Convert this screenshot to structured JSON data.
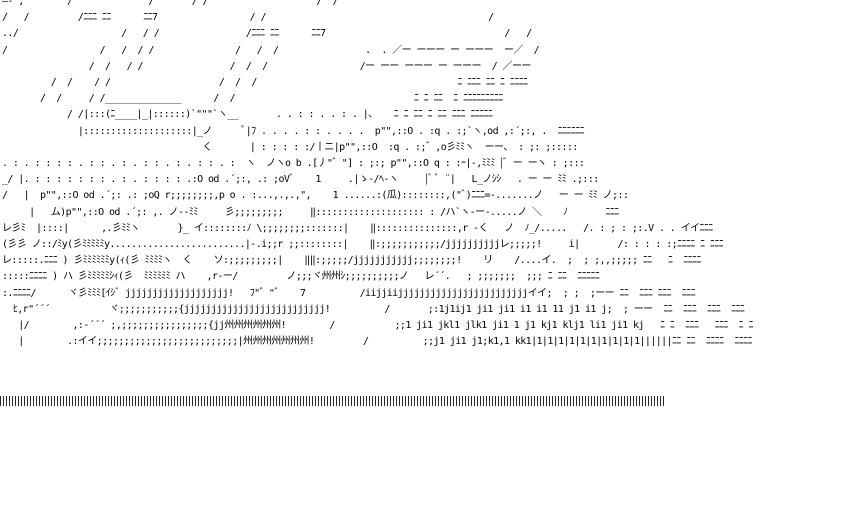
{
  "art": {
    "lines": [
      "―- ,        /              /       / /                    /  /",
      "/   /         /ﾆﾆﾆ ﾆﾆ      ﾆﾆ7                 / /                                         /",
      "../                   /   / /                /ﾆﾆﾆ ﾆﾆ      ﾆﾆ7                                 /   /",
      "/                 /   /  / /               /   /  /                .  . ／ー ーーー ー ーーー  ー／  /",
      "                /  /   / /                /  /  /                 /ー ーー ーーー ー ーーー  / ／ーー",
      "         /  /    / /                    /  /  /                                     ﾆ ﾆﾆﾆ ﾆﾆ ﾆ ﾆﾆﾆﾆ",
      "       /  /     / /______________      /  /                                 ﾆ ﾆ ﾆﾆ  ﾆ ﾆﾆﾆﾆﾆﾆﾆﾆﾆ",
      "            / /|:::(ﾆ____|_|::::::)`\"\"\"`ヽ__       . . : : . . : . |、   ﾆ ﾆ ﾆﾆ ﾆ ﾆﾆ ﾆﾆﾆ ﾆﾆﾆﾆﾆ",
      "              |::::::::::::::::::::|_ノ      ﾟ|ﾌ . . . . : : . . . .  p\"\",::O . :q . :;`ヽ,od ,:´;:, .  ﾆﾆﾆﾆﾆﾆ",
      "                                     く       | : : : : :/丨ニ|p\"\",::O  :q . :;゛,o彡ﾐﾐヽ  ーー、 : ;: ;:::::",
      ". : . : : : : . : : . : . : : . : . : : . :  ヽ  ノヽo b .[丿\"゛\"] : ;:; p\"\",::O q : :ｰ|-,ﾐﾐﾐ |ﾞ ー ーヽ : ;:::",
      "_/ |. : : : : : : : . : . : : : : .:O od .´;:, .: ;oVﾞ    1     .|ゝ-/ﾍ‐ヽ     |ﾞ ﾞ ¨|   L_ノｼｼ   . ー ー ﾐﾐ .;:::",
      "/   |  p\"\",::O od .´;: .: ;oQ r;;;;;;;;,p o . :...,.,.,\",    1 ......:(瓜)::::::::,(\"ﾞ)ﾆﾆﾆ=-.......ノ   ー ー ﾐﾐ ノ;::",
      "     |   ム)p\"\",::O od .´;: ,. ノ-‐ﾐﾐ     彡;;;;;;;;;     ‖:::::::::::::::::::: : /ハ`ヽ-ー-.....ノ ＼    ﾉ       ﾆﾆﾆ",
      "レ彡ﾐ  |::::|      ,.彡ﾐﾐヽ       }_ イ::::::::ﾉ \\;;;;;;;;:::::::|    ‖:::::::::::::::,r ‐く   ノ  ﾉ_/.....   /. : ; : ;:.V . . イイﾆﾆﾆ",
      "(彡彡 ノ::/ﾐy(彡ﾐﾐﾐﾐﾐy.........................|-.i;;r ;;::::::::|    ‖:;;;;;;;;;;;/jjjjjjjjjjレ;;;;;!     i|       /: : : : :;ﾆﾆﾆﾆ ﾆ ﾆﾆﾆ",
      "レ:::::.ﾆﾆﾆ ) 彡ﾐﾐﾐﾐﾐﾐy(ｨ(彡 ﾐﾐﾐﾐヽ  く    ソ:;;;;;;;;;|    ‖‖:;;;;;/jjjjjjjjjjj;;;;;;;;!    リ    /....イ.  ;  ; ;,,;;;;; ﾆﾆ   ﾆ  ﾆﾆﾆﾆ",
      ":::::ﾆﾆﾆﾆ ) ハ 彡ﾐﾐﾐﾐﾐｼｨ(彡  ﾐﾐﾐﾐﾐﾐ ハ    ,r‐ー/         ノ;;;ヾ州州ｼ;;;;;;;;;;ノ   レ´´.   ; ;;;;;;;  ;;; ﾆ ﾆﾆ  ﾆﾆﾆﾆﾆ",
      ":.ﾆﾆﾆﾆ/      ヾ彡ﾐﾐﾐ[ｲｼﾞ jjjjjjjjjjjjjjjjjjj!   ﾌ\"゛\"゛   7          /iijjiijjjjjjjjjjjjjjjjjjjjjjjjイイ;  ; ;  ;ーー ﾆﾆ  ﾆﾆﾆ ﾆﾆﾆ  ﾆﾆﾆ",
      "  ﾋ,r\"´´´           ヾ;;;;;;;;;;;{jjjjjjjjjjjjjjjjjjjjjjjjjj!          /       ;:1j1ij1 ji1 ji1 i1 i1 11 j1 i1 j;  ; ーー  ﾆﾆ  ﾆﾆﾆ  ﾆﾆﾆ  ﾆﾆﾆ",
      "   |/        ,:-´´´ ;,;;;;;;;;;;;;;;;;{jj州州州州州州!        /           ;;1 ji1 jkl1 jlk1 ji1 1 j1 kj1 klj1 li1 ji1 kj   ﾆ ﾆ  ﾆﾆﾆ   ﾆﾆﾆ  ﾆ ﾆ",
      "   |        .:イイ;;;;;;;;;;;;;;;;;;;;;;;;;;|州州州州州州州!         /          ;;j1 ji1 j1;k1,1 kk1|1|1|1|1|1|1|1|1|1|1||||||ﾆﾆ ﾆﾆ  ﾆﾆﾆﾆ  ﾆﾆﾆﾆ"
    ]
  }
}
